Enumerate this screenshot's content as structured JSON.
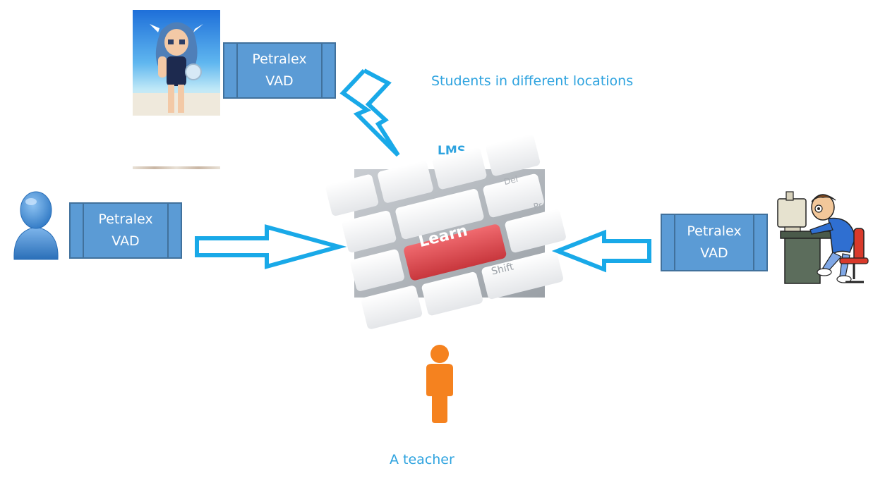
{
  "vad_boxes": {
    "top": {
      "line1": "Petralex",
      "line2": "VAD"
    },
    "left": {
      "line1": "Petralex",
      "line2": "VAD"
    },
    "right": {
      "line1": "Petralex",
      "line2": "VAD"
    }
  },
  "labels": {
    "students": "Students in different locations",
    "lms": "LMS",
    "teacher": "A teacher"
  },
  "keyboard": {
    "learn_key": "Learn",
    "shift_key": "Shift",
    "del_key": "Del",
    "pr_key": "Pr"
  },
  "icons": {
    "top_student": "anime-girl-beach-picture",
    "left_student": "blue-user-icon",
    "right_student": "person-at-computer-cartoon",
    "teacher": "orange-person-icon",
    "lms": "keyboard-learn-key-photo"
  },
  "colors": {
    "vad_fill": "#5b9bd5",
    "arrow": "#19a9e8",
    "label_text": "#2ea3df",
    "teacher": "#f5821f",
    "learn_key": "#e0484e"
  }
}
